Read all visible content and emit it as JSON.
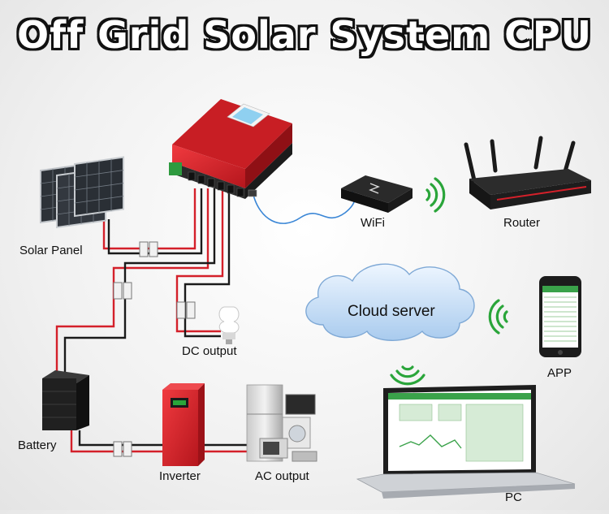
{
  "title": "Off Grid Solar System CPU",
  "labels": {
    "solar_panel": "Solar Panel",
    "wifi": "WiFi",
    "router": "Router",
    "cloud_server": "Cloud server",
    "app": "APP",
    "dc_output": "DC output",
    "battery": "Battery",
    "inverter": "Inverter",
    "ac_output": "AC output",
    "pc": "PC"
  },
  "colors": {
    "wire_positive": "#d4202a",
    "wire_negative": "#1a1a1a",
    "controller_body": "#d9252b",
    "controller_base": "#2a2a2a",
    "signal_waves": "#2aa53a",
    "cloud": "#cfe3f7",
    "network_cable": "#3a86d6",
    "inverter_body": "#d9252b"
  },
  "icons": [
    "solar-panel-icon",
    "charge-controller-icon",
    "wifi-module-icon",
    "router-icon",
    "cloud-icon",
    "smartphone-icon",
    "breaker-icon",
    "light-bulb-icon",
    "battery-icon",
    "inverter-icon",
    "appliances-icon",
    "laptop-icon",
    "wireless-signal-icon"
  ]
}
